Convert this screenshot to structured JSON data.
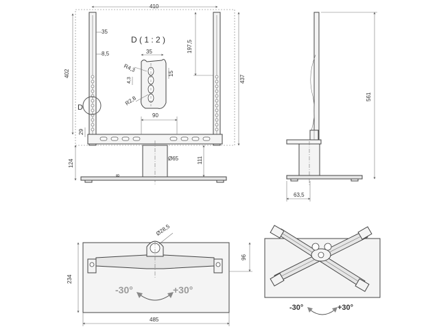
{
  "drawing": {
    "detail_title": "D ( 1 : 2 )",
    "detail_marker": "D",
    "front": {
      "width_top": "410",
      "rail_offset": "35",
      "rail_width": "8,5",
      "height_left": "402",
      "foot_gap": "29",
      "overall_height": "437",
      "column_height": "111",
      "base_thickness": "8",
      "base_height": "124",
      "column_diameter": "Ø65",
      "slot_pitch": "90",
      "top_offset": "197,5"
    },
    "detail": {
      "slot_width": "35",
      "radius_large": "R4,3",
      "slot_small": "4,3",
      "radius_small": "R2,8",
      "slot_height": "15"
    },
    "side": {
      "overall_height": "561",
      "offset": "63,5"
    },
    "plan": {
      "knob_diameter": "Ø28,5",
      "depth": "234",
      "width": "485",
      "side_depth": "96",
      "rot_left": "-30°",
      "rot_right": "+30°"
    },
    "iso": {
      "rot_left": "-30°",
      "rot_right": "+30°"
    }
  }
}
